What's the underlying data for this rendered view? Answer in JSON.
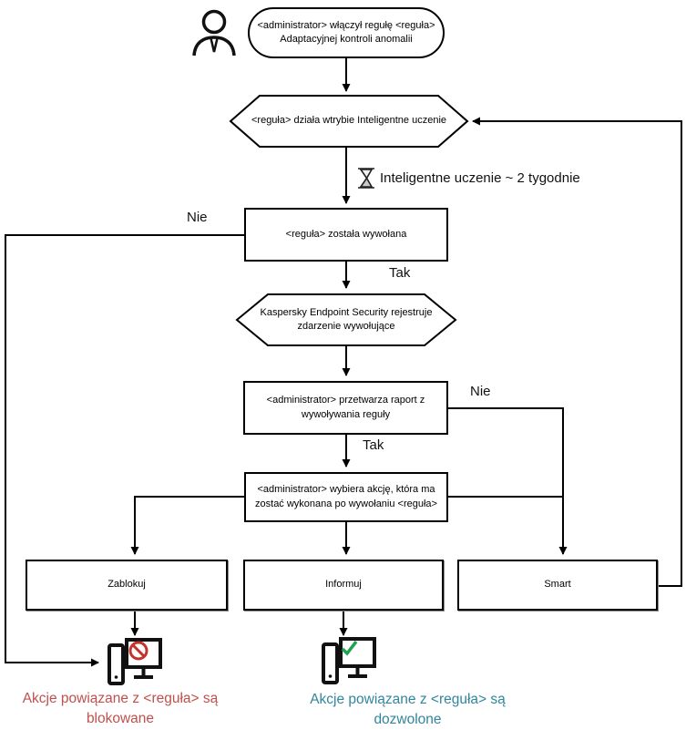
{
  "diagram_title": "Adaptive Anomaly Control rule flow",
  "nodes": {
    "start": {
      "line1": "<administrator> włączył regułę <reguła>",
      "line2": "Adaptacyjnej kontroli anomalii"
    },
    "learning_mode": {
      "label": "<reguła> działa wtrybie Inteligentne uczenie"
    },
    "rule_triggered": {
      "label": "<reguła> została wywołana"
    },
    "register_event": {
      "line1": "Kaspersky Endpoint Security rejestruje",
      "line2": "zdarzenie wywołujące"
    },
    "process_report": {
      "line1": "<administrator> przetwarza raport z",
      "line2": "wywoływania reguły"
    },
    "choose_action": {
      "line1": "<administrator> wybiera akcję, która ma",
      "line2": "zostać wykonana po wywołaniu <reguła>"
    },
    "block": {
      "label": "Zablokuj"
    },
    "inform": {
      "label": "Informuj"
    },
    "smart": {
      "label": "Smart"
    }
  },
  "timer": {
    "icon": "hourglass-icon",
    "label": "Inteligentne uczenie ~ 2 tygodnie"
  },
  "edge_labels": {
    "triggered_no": "Nie",
    "triggered_yes": "Tak",
    "report_no": "Nie",
    "report_yes": "Tak"
  },
  "outcomes": {
    "blocked": {
      "icon": "computer-blocked-icon",
      "line1": "Akcje powiązane z <reguła> są",
      "line2": "blokowane"
    },
    "allowed": {
      "icon": "computer-allowed-icon",
      "line1": "Akcje powiązane z <reguła> są",
      "line2": "dozwolone"
    }
  },
  "icons": {
    "actor": "person-icon",
    "timer": "hourglass-icon",
    "blocked_pc": "computer-blocked-icon",
    "allowed_pc": "computer-allowed-icon"
  },
  "colors": {
    "line": "#000000",
    "blocked_text": "#c0504d",
    "allowed_text": "#31859c",
    "prohibit_sign": "#c5312b",
    "check_mark": "#21a251"
  }
}
